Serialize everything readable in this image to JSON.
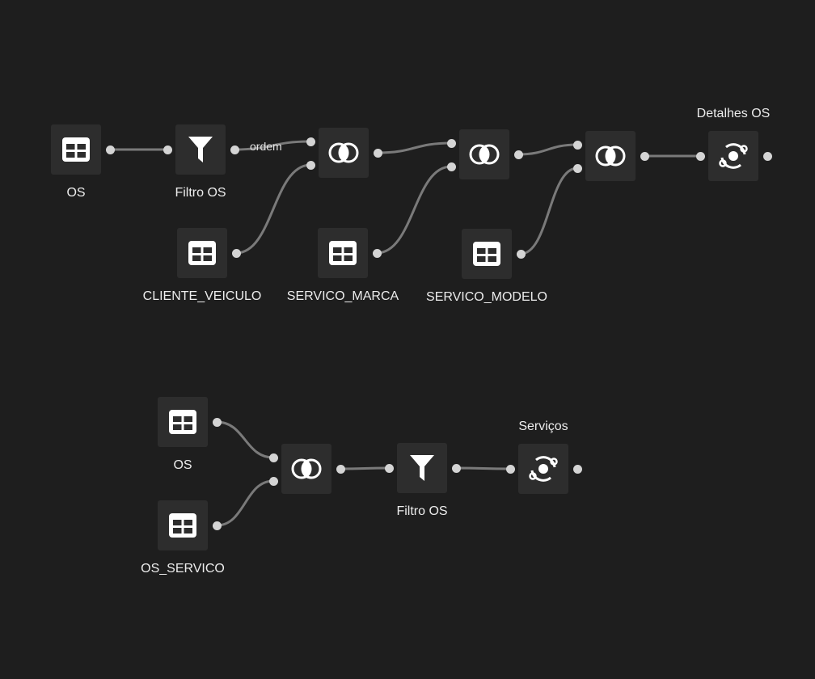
{
  "colors": {
    "background": "#1e1e1e",
    "node_fill": "#2d2d2d",
    "edge": "#7a7a7a",
    "port": "#d4d4d4",
    "text": "#ececec"
  },
  "flows": [
    {
      "nodes": [
        {
          "id": "os",
          "type": "table",
          "icon": "table-icon",
          "label": "OS"
        },
        {
          "id": "filtro-os",
          "type": "filter",
          "icon": "filter-icon",
          "label": "Filtro OS"
        },
        {
          "id": "cliente-veiculo",
          "type": "table",
          "icon": "table-icon",
          "label": "CLIENTE_VEICULO"
        },
        {
          "id": "join-1",
          "type": "join",
          "icon": "join-icon",
          "label": ""
        },
        {
          "id": "servico-marca",
          "type": "table",
          "icon": "table-icon",
          "label": "SERVICO_MARCA"
        },
        {
          "id": "join-2",
          "type": "join",
          "icon": "join-icon",
          "label": ""
        },
        {
          "id": "servico-modelo",
          "type": "table",
          "icon": "table-icon",
          "label": "SERVICO_MODELO"
        },
        {
          "id": "join-3",
          "type": "join",
          "icon": "join-icon",
          "label": ""
        },
        {
          "id": "detalhes-os",
          "type": "output",
          "icon": "output-icon",
          "label": "Detalhes OS"
        }
      ],
      "edges": [
        {
          "from": "os",
          "to": "filtro-os",
          "label": ""
        },
        {
          "from": "filtro-os",
          "to": "join-1",
          "label": "ordem"
        },
        {
          "from": "cliente-veiculo",
          "to": "join-1",
          "label": ""
        },
        {
          "from": "join-1",
          "to": "join-2",
          "label": ""
        },
        {
          "from": "servico-marca",
          "to": "join-2",
          "label": ""
        },
        {
          "from": "join-2",
          "to": "join-3",
          "label": ""
        },
        {
          "from": "servico-modelo",
          "to": "join-3",
          "label": ""
        },
        {
          "from": "join-3",
          "to": "detalhes-os",
          "label": ""
        }
      ]
    },
    {
      "nodes": [
        {
          "id": "os-2",
          "type": "table",
          "icon": "table-icon",
          "label": "OS"
        },
        {
          "id": "os-servico",
          "type": "table",
          "icon": "table-icon",
          "label": "OS_SERVICO"
        },
        {
          "id": "join-4",
          "type": "join",
          "icon": "join-icon",
          "label": ""
        },
        {
          "id": "filtro-os-2",
          "type": "filter",
          "icon": "filter-icon",
          "label": "Filtro OS"
        },
        {
          "id": "servicos",
          "type": "output",
          "icon": "output-icon",
          "label": "Serviços"
        }
      ],
      "edges": [
        {
          "from": "os-2",
          "to": "join-4",
          "label": ""
        },
        {
          "from": "os-servico",
          "to": "join-4",
          "label": ""
        },
        {
          "from": "join-4",
          "to": "filtro-os-2",
          "label": ""
        },
        {
          "from": "filtro-os-2",
          "to": "servicos",
          "label": ""
        }
      ]
    }
  ]
}
